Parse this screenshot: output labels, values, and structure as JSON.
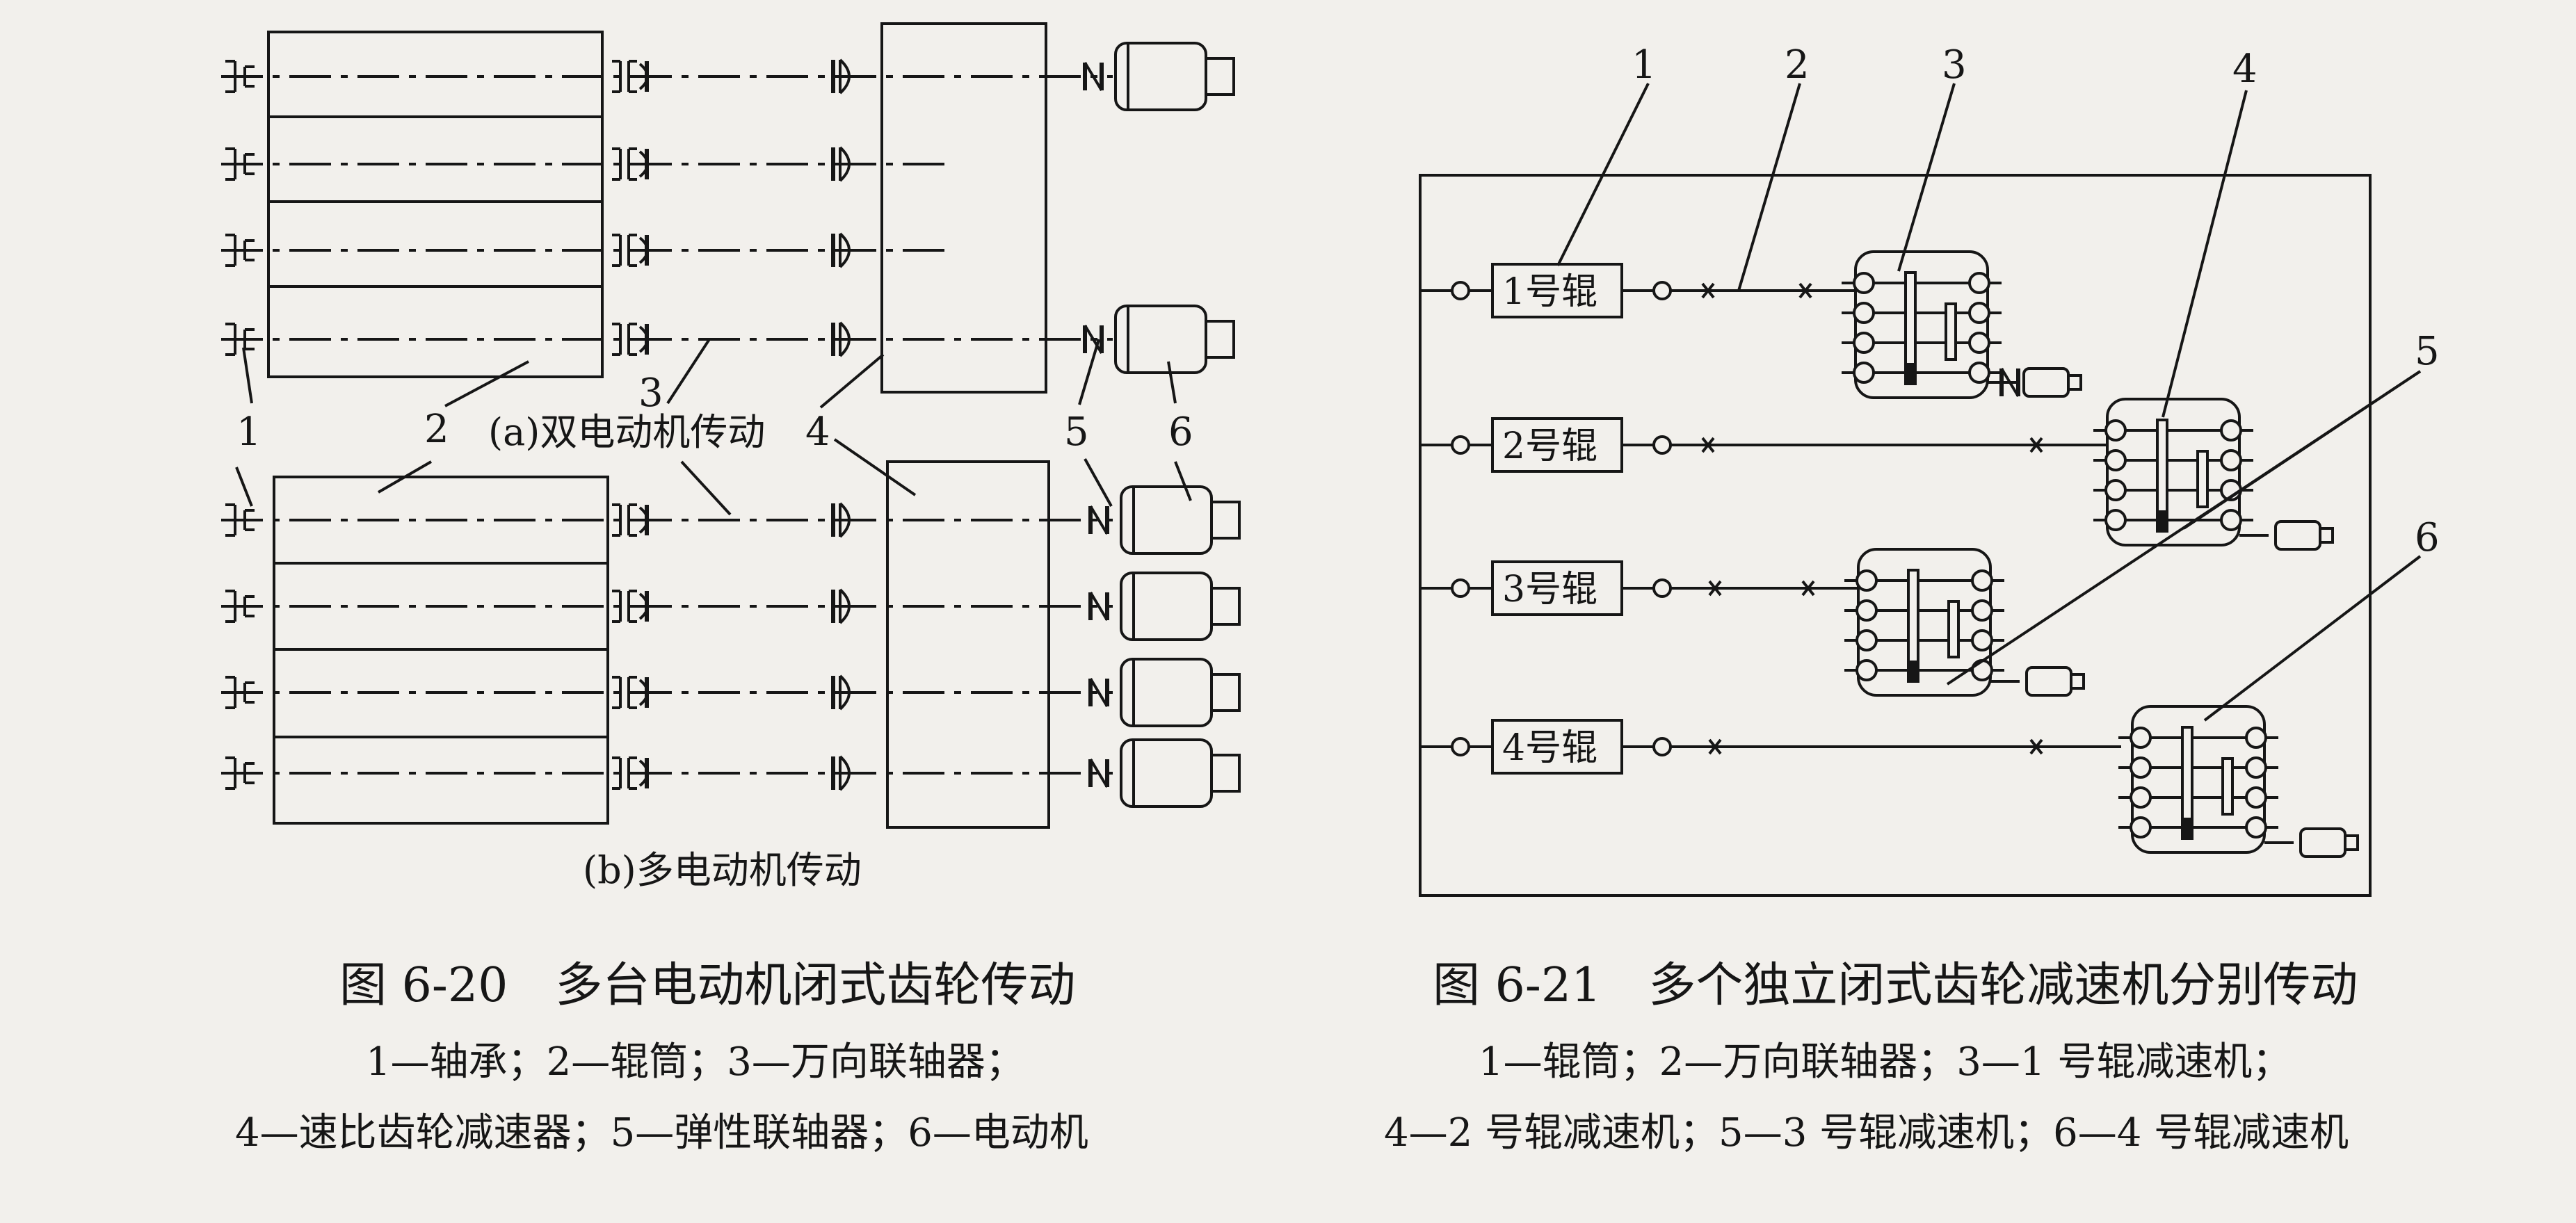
{
  "left_figure": {
    "subfig_a": "(a)双电动机传动",
    "subfig_b": "(b)多电动机传动",
    "callouts": [
      "1",
      "2",
      "3",
      "4",
      "5",
      "6"
    ],
    "caption_title": "图 6-20　多台电动机闭式齿轮传动",
    "legend_line_1": "1—轴承；2—辊筒；3—万向联轴器；",
    "legend_line_2": "4—速比齿轮减速器；5—弹性联轴器；6—电动机"
  },
  "right_figure": {
    "rollers": [
      "1号辊",
      "2号辊",
      "3号辊",
      "4号辊"
    ],
    "callouts": [
      "1",
      "2",
      "3",
      "4",
      "5",
      "6"
    ],
    "caption_title": "图 6-21　多个独立闭式齿轮减速机分别传动",
    "legend_line_1": "1—辊筒；2—万向联轴器；3—1 号辊减速机；",
    "legend_line_2": "4—2 号辊减速机；5—3 号辊减速机；6—4 号辊减速机"
  }
}
